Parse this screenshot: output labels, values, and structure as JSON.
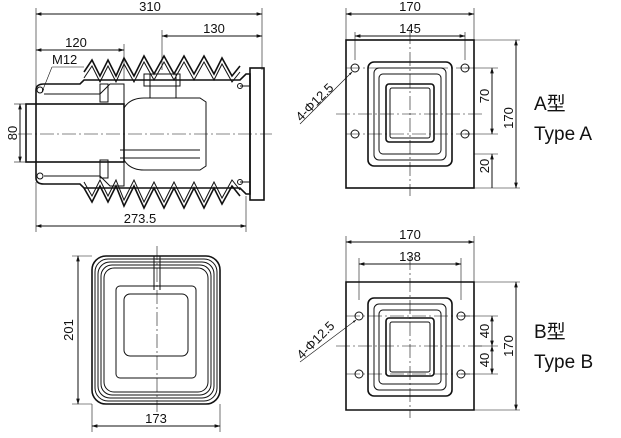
{
  "side_view": {
    "dims": {
      "overall_length": "310",
      "upper_length": "130",
      "left_length": "120",
      "thread": "M12",
      "height": "80",
      "bottom_length": "273.5"
    }
  },
  "type_a": {
    "dims": {
      "width_outer": "170",
      "width_holes": "145",
      "holes": "4-Φ12.5",
      "right_70": "70",
      "right_170": "170",
      "right_20": "20"
    },
    "label_cn": "A型",
    "label_en": "Type A"
  },
  "front_view": {
    "dims": {
      "height": "201",
      "width": "173"
    }
  },
  "type_b": {
    "dims": {
      "width_outer": "170",
      "width_holes": "138",
      "holes": "4-Φ12.5",
      "right_40a": "40",
      "right_40b": "40",
      "right_170": "170"
    },
    "label_cn": "B型",
    "label_en": "Type B"
  }
}
